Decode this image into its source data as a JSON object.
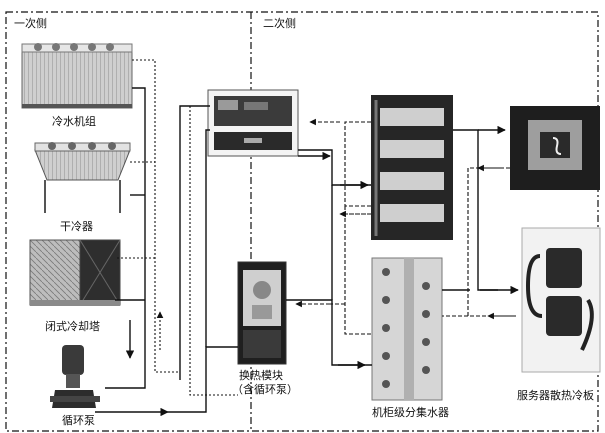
{
  "regions": {
    "primary": "一次侧",
    "secondary": "二次侧"
  },
  "components": {
    "chiller": "冷水机组",
    "dry_cooler": "干冷器",
    "closed_tower": "闭式冷却塔",
    "pump": "循环泵",
    "heat_exchanger_line1": "换热模块",
    "heat_exchanger_line2": "（含循环泵）",
    "manifold": "机柜级分集水器",
    "cold_plate": "服务器散热冷板"
  },
  "colors": {
    "line": "#111111",
    "panel_dark": "#2b2b2b",
    "panel_mid": "#8a8a8a",
    "panel_light": "#cfcfcf"
  }
}
